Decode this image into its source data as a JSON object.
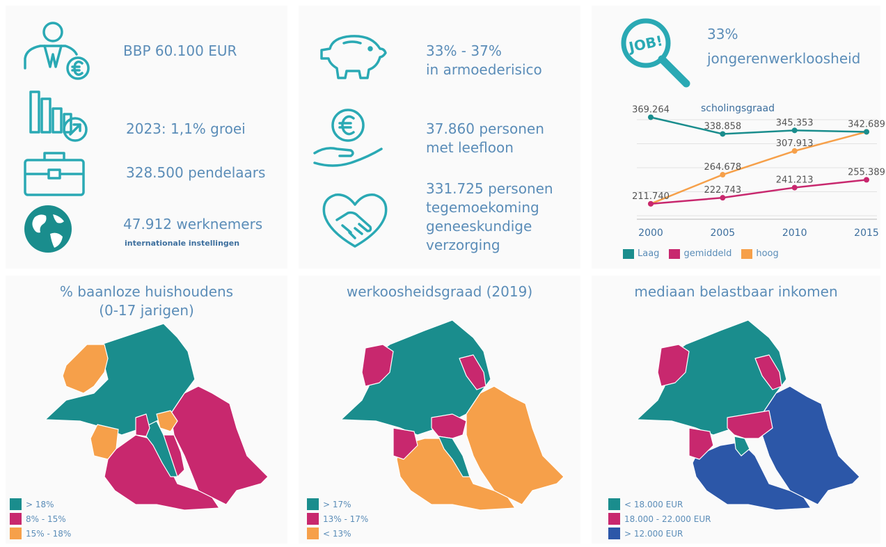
{
  "colors": {
    "teal": "#1a8d8d",
    "magenta": "#c8286e",
    "orange": "#f6a04a",
    "blue": "#2c57a8",
    "text": "#5b8db8",
    "icon": "#2aa9b4"
  },
  "stats": {
    "bbp": "BBP 60.100 EUR",
    "groei": "2023: 1,1% groei",
    "pendelaars": "328.500 pendelaars",
    "werknemers": "47.912 werknemers",
    "werknemers_sub": "internationale instellingen",
    "armoede_line1": "33% - 37%",
    "armoede_line2": "in armoederisico",
    "leefloon_line1": "37.860 personen",
    "leefloon_line2": "met leefloon",
    "tegemoet_line1": "331.725 personen",
    "tegemoet_line2": "tegemoekoming",
    "tegemoet_line3": "geneeskundige",
    "tegemoet_line4": "verzorging",
    "jongeren_line1": "33%",
    "jongeren_line2": "jongerenwerkloosheid",
    "job_icon_text": "JOB!"
  },
  "icons": {
    "person": "person-euro-icon",
    "growth": "bar-growth-icon",
    "briefcase": "briefcase-icon",
    "globe": "globe-icon",
    "piggy": "piggy-bank-icon",
    "hand_coin": "hand-euro-icon",
    "handshake": "handshake-heart-icon",
    "job": "job-magnifier-icon"
  },
  "chart_data": {
    "type": "line",
    "title": "scholingsgraad",
    "categories": [
      "2000",
      "2005",
      "2010",
      "2015"
    ],
    "ylim": [
      190000,
      380000
    ],
    "grid": true,
    "legend_position": "bottom",
    "series": [
      {
        "name": "Laag",
        "color": "#1a8d8d",
        "values": [
          369264,
          338858,
          345353,
          342689
        ],
        "labels": [
          "369.264",
          "338.858",
          "345.353",
          "342.689"
        ]
      },
      {
        "name": "gemiddeld",
        "color": "#c8286e",
        "values": [
          211740,
          222743,
          241213,
          255389
        ],
        "labels": [
          "211.740",
          "222.743",
          "241.213",
          "255.389"
        ]
      },
      {
        "name": "hoog",
        "color": "#f6a04a",
        "values": [
          211740,
          264678,
          307913,
          342689
        ],
        "labels": [
          "",
          "264.678",
          "307.913",
          ""
        ]
      }
    ]
  },
  "maps": [
    {
      "title_line1": "% baanloze huishoudens",
      "title_line2": "(0-17 jarigen)",
      "legend": [
        {
          "label": "> 18%",
          "color": "#1a8d8d"
        },
        {
          "label": "8% - 15%",
          "color": "#c8286e"
        },
        {
          "label": "15% - 18%",
          "color": "#f6a04a"
        }
      ]
    },
    {
      "title_line1": "werkoosheidsgraad (2019)",
      "legend": [
        {
          "label": "> 17%",
          "color": "#1a8d8d"
        },
        {
          "label": "13% - 17%",
          "color": "#c8286e"
        },
        {
          "label": "< 13%",
          "color": "#f6a04a"
        }
      ]
    },
    {
      "title_line1": "mediaan belastbaar inkomen",
      "legend": [
        {
          "label": "< 18.000 EUR",
          "color": "#1a8d8d"
        },
        {
          "label": "18.000 - 22.000 EUR",
          "color": "#c8286e"
        },
        {
          "label": "> 12.000 EUR",
          "color": "#2c57a8"
        }
      ]
    }
  ]
}
